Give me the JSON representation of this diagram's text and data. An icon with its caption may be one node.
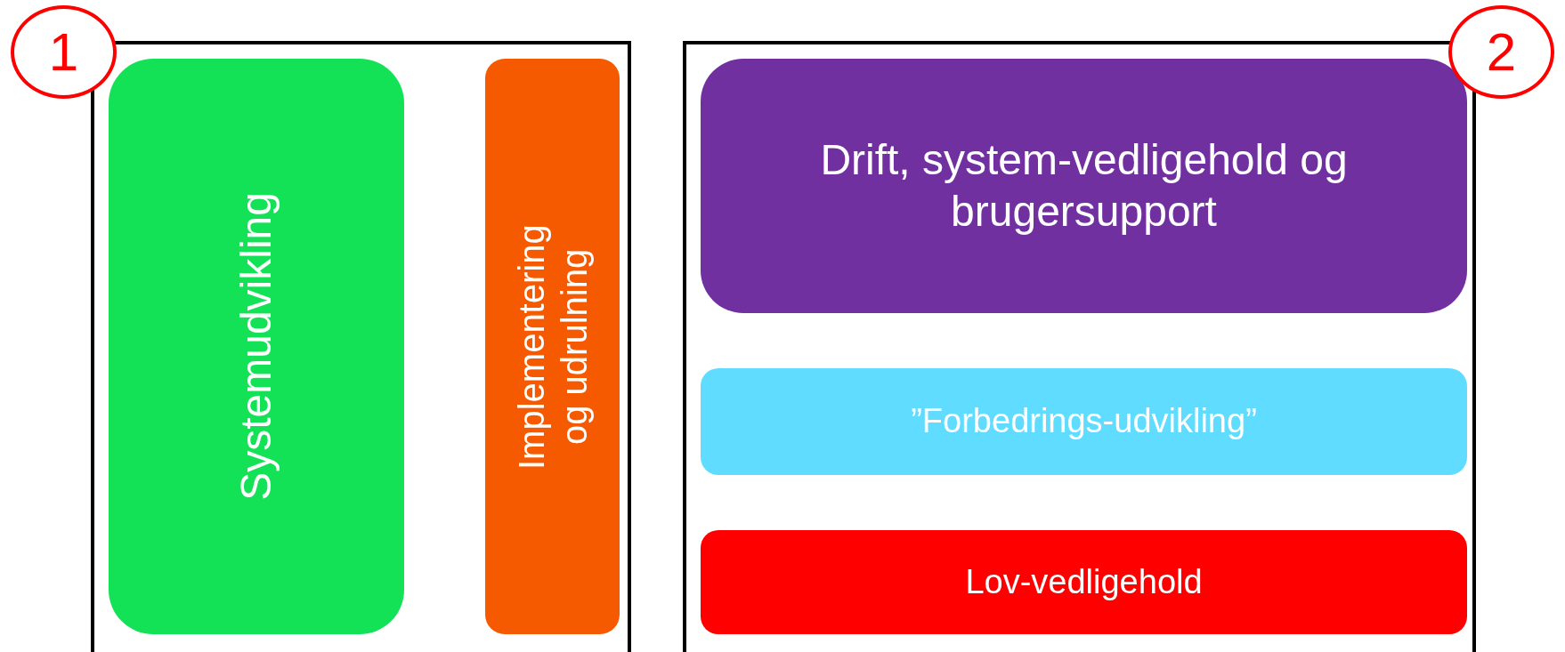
{
  "diagram": {
    "nodes": [
      {
        "text": [
          "1"
        ]
      },
      {
        "text": [],
        "shape": "box"
      },
      {
        "text": [
          "Systemudvikling"
        ],
        "in": 1
      },
      {
        "text": [
          "Implementering og udrulning"
        ],
        "in": 1
      },
      {
        "text": [],
        "shape": "box"
      },
      {
        "text": [
          "2"
        ]
      },
      {
        "text": [
          "Drift, system-vedligehold og brugersupport"
        ],
        "in": 4
      },
      {
        "text": [
          "”Forbedrings-udvikling”"
        ],
        "in": 4
      },
      {
        "text": [
          "Lov-vedligehold"
        ],
        "in": 4
      }
    ],
    "edges": []
  }
}
